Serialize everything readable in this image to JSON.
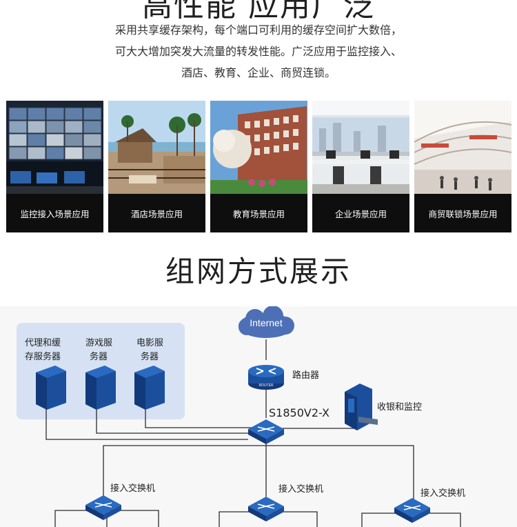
{
  "header": {
    "title_fragment": "高性能 应用广泛",
    "description_lines": [
      "采用共享缓存架构，每个端口可利用的缓存空间扩大数倍，",
      "可大大增加突发大流量的转发性能。广泛应用于监控接入、",
      "酒店、教育、企业、商贸连锁。"
    ]
  },
  "scenes": [
    {
      "label": "监控接入场景应用"
    },
    {
      "label": "酒店场景应用"
    },
    {
      "label": "教育场景应用"
    },
    {
      "label": "企业场景应用"
    },
    {
      "label": "商贸联锁场景应用"
    }
  ],
  "section": {
    "title": "组网方式展示"
  },
  "diagram": {
    "cloud_label": "Internet",
    "router_label": "路由器",
    "router_badge": "ROUTER",
    "core_switch_label": "S1850V2-X",
    "monitor_label": "收银和监控",
    "servers": [
      {
        "line1": "代理和缓",
        "line2": "存服务器"
      },
      {
        "line1": "游戏服",
        "line2": "务器"
      },
      {
        "line1": "电影服",
        "line2": "务器"
      }
    ],
    "access_switches": [
      {
        "label": "接入交换机"
      },
      {
        "label": "接入交换机"
      },
      {
        "label": "接入交换机"
      }
    ],
    "colors": {
      "device_blue": "#1b4f9c",
      "server_group_bg": "#d6e2f3",
      "scene_bar": "#0e0e0e"
    }
  }
}
